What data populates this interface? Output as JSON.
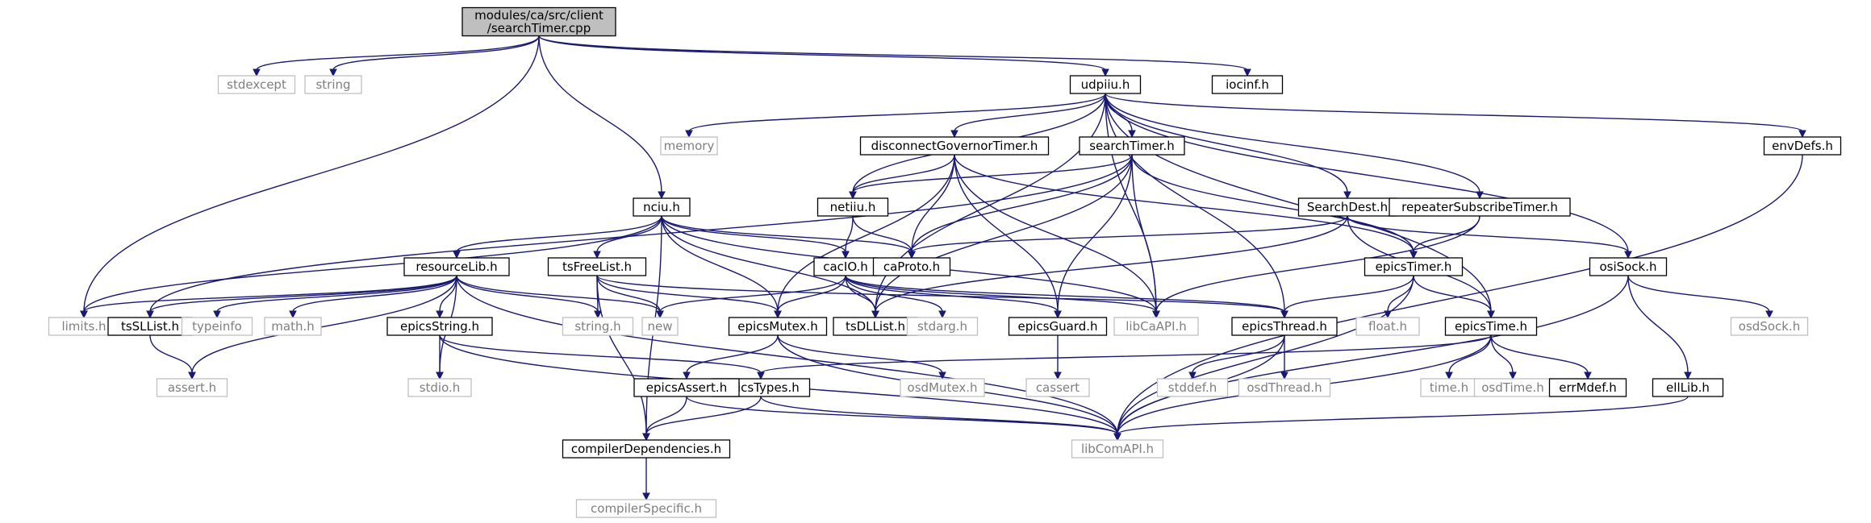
{
  "colors": {
    "edge": "#191970",
    "root_fill": "#bfbfbf",
    "node_border": "#000000",
    "external_border": "#bfbfbf",
    "external_text": "#7f7f7f"
  },
  "nodes": [
    {
      "id": "root",
      "label": [
        "modules/ca/src/client",
        "/searchTimer.cpp"
      ],
      "kind": "root"
    },
    {
      "id": "stdexcept",
      "label": [
        "stdexcept"
      ],
      "kind": "external"
    },
    {
      "id": "string",
      "label": [
        "string"
      ],
      "kind": "external"
    },
    {
      "id": "limits",
      "label": [
        "limits.h"
      ],
      "kind": "external"
    },
    {
      "id": "nciu",
      "label": [
        "nciu.h"
      ],
      "kind": "file"
    },
    {
      "id": "udpiiu",
      "label": [
        "udpiiu.h"
      ],
      "kind": "file"
    },
    {
      "id": "iocinf",
      "label": [
        "iocinf.h"
      ],
      "kind": "file"
    },
    {
      "id": "memory",
      "label": [
        "memory"
      ],
      "kind": "external"
    },
    {
      "id": "discgov",
      "label": [
        "disconnectGovernorTimer.h"
      ],
      "kind": "file"
    },
    {
      "id": "searchTimer",
      "label": [
        "searchTimer.h"
      ],
      "kind": "file"
    },
    {
      "id": "envDefs",
      "label": [
        "envDefs.h"
      ],
      "kind": "file"
    },
    {
      "id": "netiiu",
      "label": [
        "netiiu.h"
      ],
      "kind": "file"
    },
    {
      "id": "searchDest",
      "label": [
        "SearchDest.h"
      ],
      "kind": "file"
    },
    {
      "id": "repeater",
      "label": [
        "repeaterSubscribeTimer.h"
      ],
      "kind": "file"
    },
    {
      "id": "resourceLib",
      "label": [
        "resourceLib.h"
      ],
      "kind": "file"
    },
    {
      "id": "tsFreeList",
      "label": [
        "tsFreeList.h"
      ],
      "kind": "file"
    },
    {
      "id": "cacIO",
      "label": [
        "cacIO.h"
      ],
      "kind": "file"
    },
    {
      "id": "caProto",
      "label": [
        "caProto.h"
      ],
      "kind": "file"
    },
    {
      "id": "epicsTimer",
      "label": [
        "epicsTimer.h"
      ],
      "kind": "file"
    },
    {
      "id": "osiSock",
      "label": [
        "osiSock.h"
      ],
      "kind": "file"
    },
    {
      "id": "tsSLList",
      "label": [
        "tsSLList.h"
      ],
      "kind": "file"
    },
    {
      "id": "typeinfo",
      "label": [
        "typeinfo"
      ],
      "kind": "external"
    },
    {
      "id": "math",
      "label": [
        "math.h"
      ],
      "kind": "external"
    },
    {
      "id": "epicsString",
      "label": [
        "epicsString.h"
      ],
      "kind": "file"
    },
    {
      "id": "stringh",
      "label": [
        "string.h"
      ],
      "kind": "external"
    },
    {
      "id": "new",
      "label": [
        "new"
      ],
      "kind": "external"
    },
    {
      "id": "epicsMutex",
      "label": [
        "epicsMutex.h"
      ],
      "kind": "file"
    },
    {
      "id": "tsDLList",
      "label": [
        "tsDLList.h"
      ],
      "kind": "file"
    },
    {
      "id": "stdarg",
      "label": [
        "stdarg.h"
      ],
      "kind": "external"
    },
    {
      "id": "epicsGuard",
      "label": [
        "epicsGuard.h"
      ],
      "kind": "file"
    },
    {
      "id": "libCaAPI",
      "label": [
        "libCaAPI.h"
      ],
      "kind": "external"
    },
    {
      "id": "epicsThread",
      "label": [
        "epicsThread.h"
      ],
      "kind": "file"
    },
    {
      "id": "float",
      "label": [
        "float.h"
      ],
      "kind": "external"
    },
    {
      "id": "epicsTime",
      "label": [
        "epicsTime.h"
      ],
      "kind": "file"
    },
    {
      "id": "osdSock",
      "label": [
        "osdSock.h"
      ],
      "kind": "external"
    },
    {
      "id": "assert",
      "label": [
        "assert.h"
      ],
      "kind": "external"
    },
    {
      "id": "stdio",
      "label": [
        "stdio.h"
      ],
      "kind": "external"
    },
    {
      "id": "epicsTypes",
      "label": [
        "epicsTypes.h"
      ],
      "kind": "file"
    },
    {
      "id": "epicsAssert",
      "label": [
        "epicsAssert.h"
      ],
      "kind": "file"
    },
    {
      "id": "osdMutex",
      "label": [
        "osdMutex.h"
      ],
      "kind": "external"
    },
    {
      "id": "cassert",
      "label": [
        "cassert"
      ],
      "kind": "external"
    },
    {
      "id": "stddef",
      "label": [
        "stddef.h"
      ],
      "kind": "external"
    },
    {
      "id": "osdThread",
      "label": [
        "osdThread.h"
      ],
      "kind": "external"
    },
    {
      "id": "timeh",
      "label": [
        "time.h"
      ],
      "kind": "external"
    },
    {
      "id": "osdTime",
      "label": [
        "osdTime.h"
      ],
      "kind": "external"
    },
    {
      "id": "errMdef",
      "label": [
        "errMdef.h"
      ],
      "kind": "file"
    },
    {
      "id": "ellLib",
      "label": [
        "ellLib.h"
      ],
      "kind": "file"
    },
    {
      "id": "compilerDep",
      "label": [
        "compilerDependencies.h"
      ],
      "kind": "file"
    },
    {
      "id": "libComAPI",
      "label": [
        "libComAPI.h"
      ],
      "kind": "external"
    },
    {
      "id": "compilerSpecific",
      "label": [
        "compilerSpecific.h"
      ],
      "kind": "external"
    }
  ],
  "edges": [
    [
      "root",
      "stdexcept"
    ],
    [
      "root",
      "string"
    ],
    [
      "root",
      "limits"
    ],
    [
      "root",
      "nciu"
    ],
    [
      "root",
      "udpiiu"
    ],
    [
      "root",
      "iocinf"
    ],
    [
      "udpiiu",
      "memory"
    ],
    [
      "udpiiu",
      "discgov"
    ],
    [
      "udpiiu",
      "searchTimer"
    ],
    [
      "udpiiu",
      "netiiu"
    ],
    [
      "udpiiu",
      "searchDest"
    ],
    [
      "udpiiu",
      "repeater"
    ],
    [
      "udpiiu",
      "envDefs"
    ],
    [
      "udpiiu",
      "osiSock"
    ],
    [
      "udpiiu",
      "epicsTime"
    ],
    [
      "udpiiu",
      "epicsThread"
    ],
    [
      "udpiiu",
      "libCaAPI"
    ],
    [
      "udpiiu",
      "tsDLList"
    ],
    [
      "discgov",
      "netiiu"
    ],
    [
      "discgov",
      "caProto"
    ],
    [
      "discgov",
      "epicsTimer"
    ],
    [
      "discgov",
      "epicsMutex"
    ],
    [
      "discgov",
      "epicsGuard"
    ],
    [
      "discgov",
      "libCaAPI"
    ],
    [
      "searchTimer",
      "netiiu"
    ],
    [
      "searchTimer",
      "caProto"
    ],
    [
      "searchTimer",
      "epicsTimer"
    ],
    [
      "searchTimer",
      "epicsGuard"
    ],
    [
      "searchTimer",
      "libCaAPI"
    ],
    [
      "searchTimer",
      "tsDLList"
    ],
    [
      "searchTimer",
      "tsSLList"
    ],
    [
      "netiiu",
      "caProto"
    ],
    [
      "netiiu",
      "cacIO"
    ],
    [
      "searchDest",
      "caProto"
    ],
    [
      "searchDest",
      "epicsTime"
    ],
    [
      "searchDest",
      "osiSock"
    ],
    [
      "searchDest",
      "tsDLList"
    ],
    [
      "repeater",
      "epicsTimer"
    ],
    [
      "repeater",
      "libCaAPI"
    ],
    [
      "nciu",
      "resourceLib"
    ],
    [
      "nciu",
      "tsFreeList"
    ],
    [
      "nciu",
      "cacIO"
    ],
    [
      "nciu",
      "caProto"
    ],
    [
      "nciu",
      "epicsMutex"
    ],
    [
      "nciu",
      "tsDLList"
    ],
    [
      "nciu",
      "libCaAPI"
    ],
    [
      "nciu",
      "compilerDep"
    ],
    [
      "nciu",
      "limits"
    ],
    [
      "resourceLib",
      "limits"
    ],
    [
      "resourceLib",
      "tsSLList"
    ],
    [
      "resourceLib",
      "typeinfo"
    ],
    [
      "resourceLib",
      "math"
    ],
    [
      "resourceLib",
      "epicsString"
    ],
    [
      "resourceLib",
      "stringh"
    ],
    [
      "resourceLib",
      "new"
    ],
    [
      "resourceLib",
      "assert"
    ],
    [
      "resourceLib",
      "stdio"
    ],
    [
      "resourceLib",
      "libComAPI"
    ],
    [
      "tsFreeList",
      "stringh"
    ],
    [
      "tsFreeList",
      "new"
    ],
    [
      "tsFreeList",
      "epicsMutex"
    ],
    [
      "tsFreeList",
      "compilerDep"
    ],
    [
      "tsFreeList",
      "epicsThread"
    ],
    [
      "cacIO",
      "new"
    ],
    [
      "cacIO",
      "epicsMutex"
    ],
    [
      "cacIO",
      "tsDLList"
    ],
    [
      "cacIO",
      "stdarg"
    ],
    [
      "cacIO",
      "epicsGuard"
    ],
    [
      "cacIO",
      "libCaAPI"
    ],
    [
      "cacIO",
      "epicsThread"
    ],
    [
      "epicsTimer",
      "epicsThread"
    ],
    [
      "epicsTimer",
      "float"
    ],
    [
      "epicsTimer",
      "epicsTime"
    ],
    [
      "epicsTimer",
      "libComAPI"
    ],
    [
      "osiSock",
      "osdSock"
    ],
    [
      "osiSock",
      "ellLib"
    ],
    [
      "osiSock",
      "libComAPI"
    ],
    [
      "envDefs",
      "libComAPI"
    ],
    [
      "tsSLList",
      "assert"
    ],
    [
      "epicsString",
      "stdio"
    ],
    [
      "epicsString",
      "epicsTypes"
    ],
    [
      "epicsString",
      "libComAPI"
    ],
    [
      "epicsMutex",
      "epicsAssert"
    ],
    [
      "epicsMutex",
      "osdMutex"
    ],
    [
      "epicsMutex",
      "libComAPI"
    ],
    [
      "epicsGuard",
      "cassert"
    ],
    [
      "epicsThread",
      "stddef"
    ],
    [
      "epicsThread",
      "osdThread"
    ],
    [
      "epicsThread",
      "libComAPI"
    ],
    [
      "epicsTime",
      "epicsTypes"
    ],
    [
      "epicsTime",
      "timeh"
    ],
    [
      "epicsTime",
      "osdTime"
    ],
    [
      "epicsTime",
      "errMdef"
    ],
    [
      "epicsTime",
      "libComAPI"
    ],
    [
      "epicsAssert",
      "compilerDep"
    ],
    [
      "epicsAssert",
      "libComAPI"
    ],
    [
      "epicsTypes",
      "compilerDep"
    ],
    [
      "epicsTypes",
      "libComAPI"
    ],
    [
      "ellLib",
      "libComAPI"
    ],
    [
      "compilerDep",
      "compilerSpecific"
    ]
  ]
}
